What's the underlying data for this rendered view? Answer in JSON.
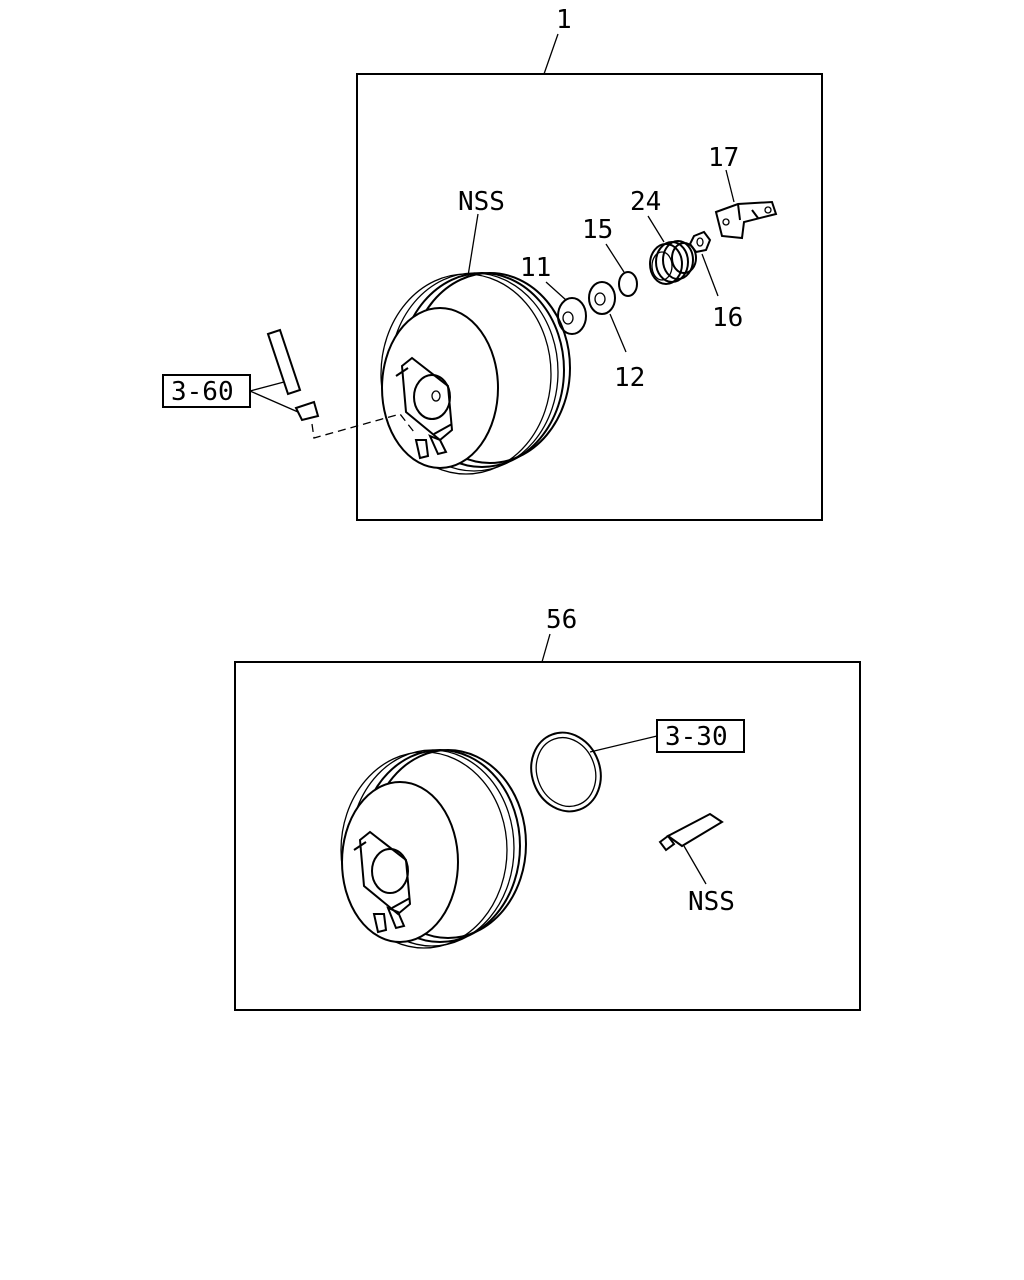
{
  "assembly_top": {
    "ref": "1",
    "parts": {
      "booster": "NSS",
      "p11": "11",
      "p12": "12",
      "p15": "15",
      "p16": "16",
      "p17": "17",
      "p24": "24"
    },
    "page_ref": "3-60"
  },
  "assembly_bottom": {
    "ref": "56",
    "page_ref": "3-30",
    "tube": "NSS"
  }
}
